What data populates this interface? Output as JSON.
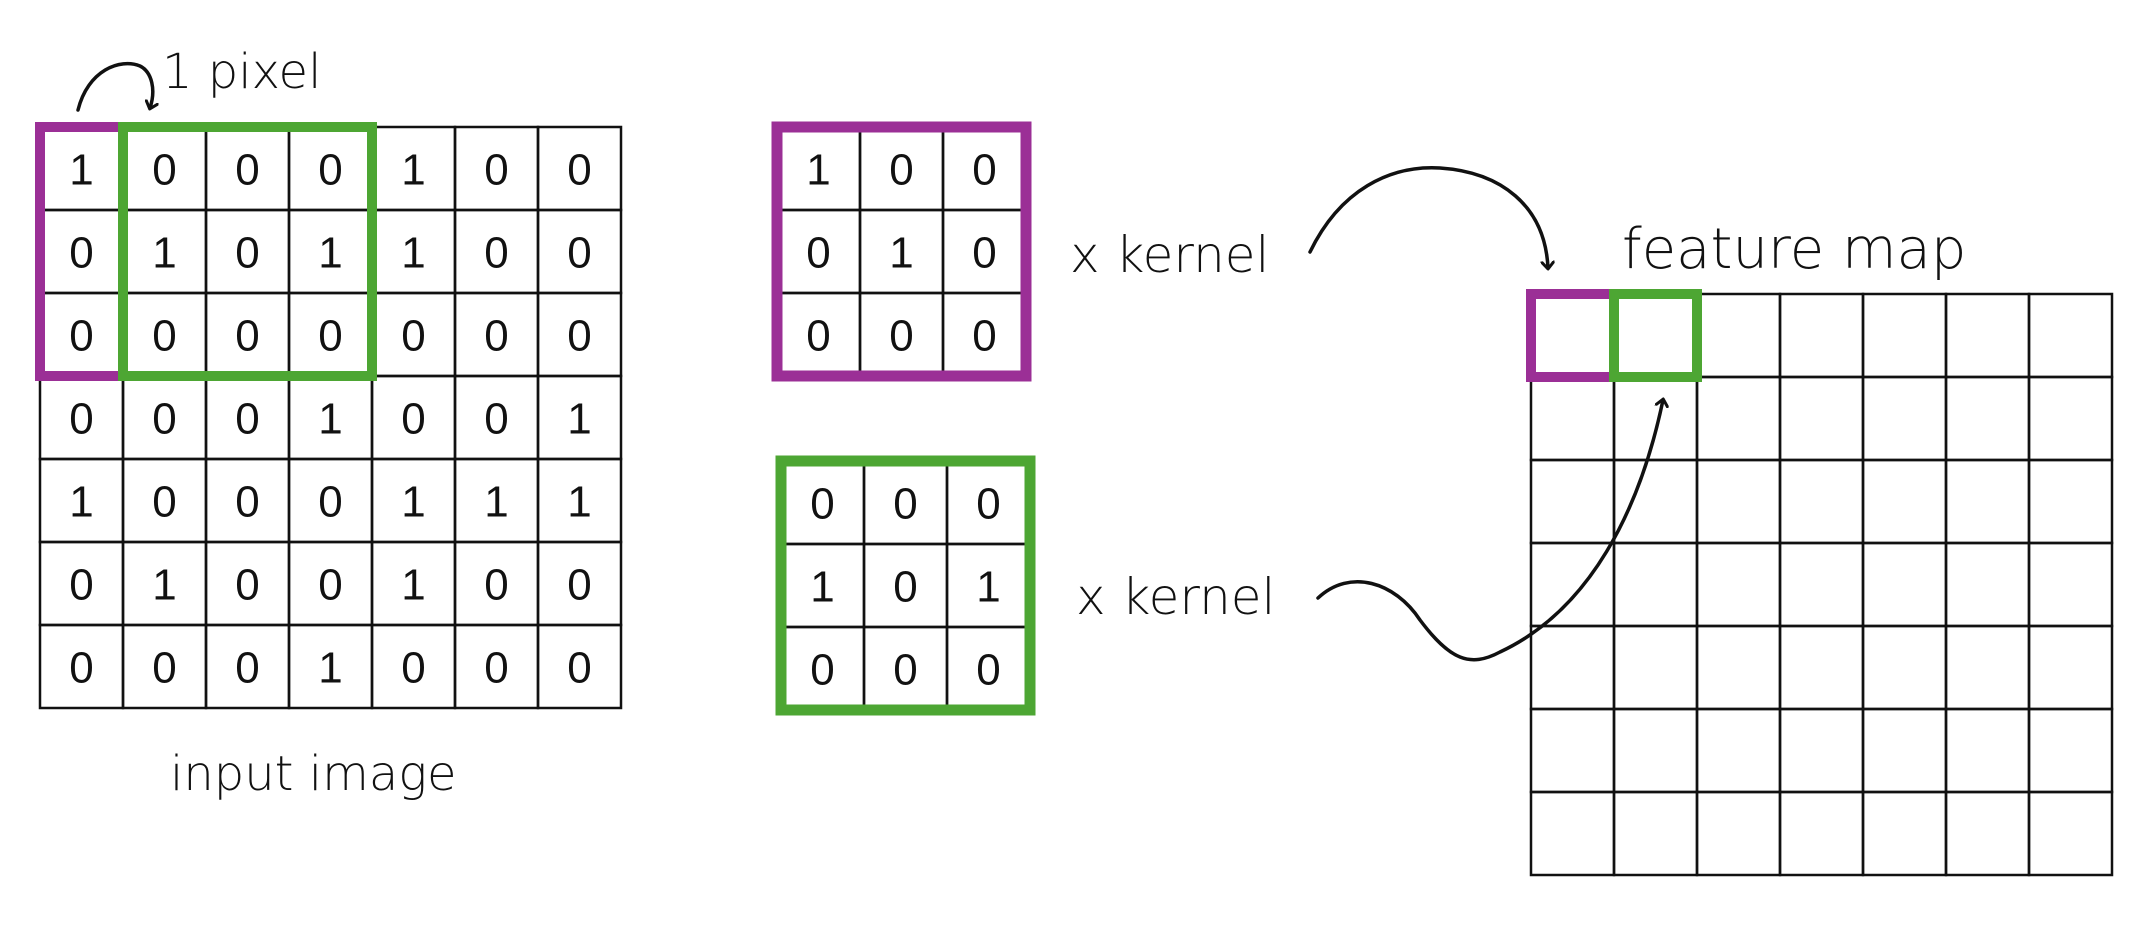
{
  "input_image": {
    "label": "input image",
    "grid": [
      [
        "1",
        "0",
        "0",
        "0",
        "1",
        "0",
        "0"
      ],
      [
        "0",
        "1",
        "0",
        "1",
        "1",
        "0",
        "0"
      ],
      [
        "0",
        "0",
        "0",
        "0",
        "0",
        "0",
        "0"
      ],
      [
        "0",
        "0",
        "0",
        "1",
        "0",
        "0",
        "1"
      ],
      [
        "1",
        "0",
        "0",
        "0",
        "1",
        "1",
        "1"
      ],
      [
        "0",
        "1",
        "0",
        "0",
        "1",
        "0",
        "0"
      ],
      [
        "0",
        "0",
        "0",
        "1",
        "0",
        "0",
        "0"
      ]
    ]
  },
  "stride_label": "1 pixel",
  "kernel_label": "x kernel",
  "kernel_1": {
    "color": "#9b2f96",
    "grid": [
      [
        "1",
        "0",
        "0"
      ],
      [
        "0",
        "1",
        "0"
      ],
      [
        "0",
        "0",
        "0"
      ]
    ]
  },
  "kernel_2": {
    "color": "#4da633",
    "grid": [
      [
        "0",
        "0",
        "0"
      ],
      [
        "1",
        "0",
        "1"
      ],
      [
        "0",
        "0",
        "0"
      ]
    ]
  },
  "feature_map": {
    "label": "feature map",
    "rows": 7,
    "cols": 7
  },
  "colors": {
    "purple": "#9b2f96",
    "green": "#4da633",
    "line": "#111111"
  }
}
